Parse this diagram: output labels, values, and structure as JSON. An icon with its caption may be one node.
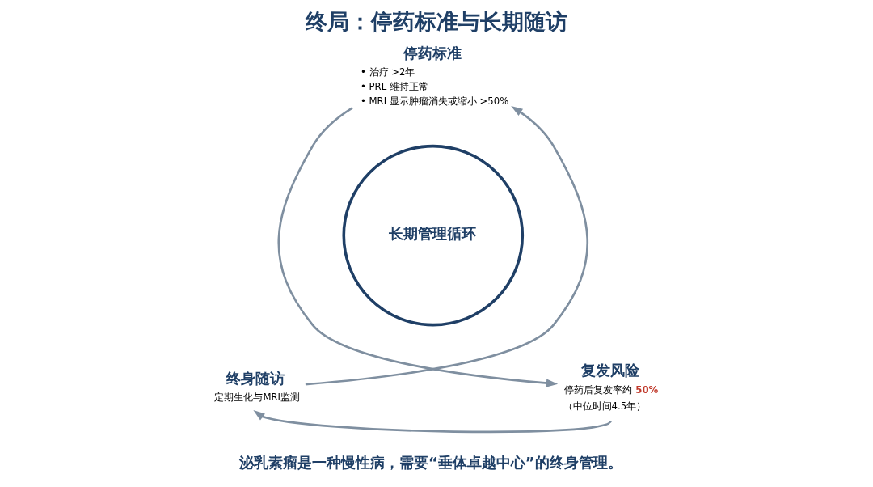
{
  "diagram": {
    "title": "终局：停药标准与长期随访",
    "caption": "泌乳素瘤是一种慢性病，需要“垂体卓越中心”的终身管理。",
    "nodes": [
      {
        "text": [
          "停药标准",
          "• 治疗 >2年",
          "• PRL 维持正常",
          "• MRI 显示肿瘤消失或缩小 >50%"
        ]
      },
      {
        "text": [
          "复发风险",
          "停药后复发率约 **50%**",
          "（中位时间4.5年）"
        ]
      },
      {
        "text": [
          "终身随访",
          "定期生化与MRI监测"
        ]
      },
      {
        "text": [
          "长期管理循环"
        ]
      }
    ],
    "edges": [
      {
        "from": 0,
        "to": 1,
        "arrow": "to"
      },
      {
        "from": 1,
        "to": 2,
        "arrow": "to"
      },
      {
        "from": 2,
        "to": 0,
        "arrow": "to"
      }
    ]
  }
}
